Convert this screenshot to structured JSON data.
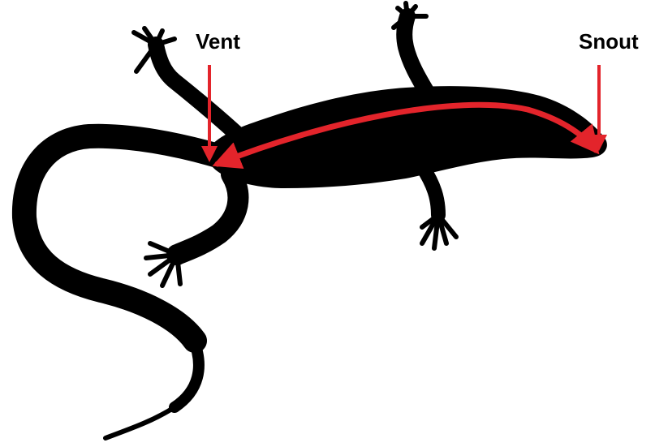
{
  "labels": {
    "vent": "Vent",
    "snout": "Snout"
  },
  "colors": {
    "silhouette": "#000000",
    "arrow": "#e3242b",
    "background": "#ffffff"
  },
  "figure": {
    "subject": "lizard-silhouette",
    "measurement": "snout-vent-length"
  }
}
